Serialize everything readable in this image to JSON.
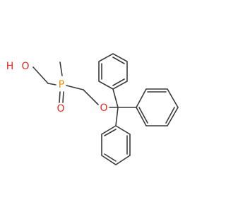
{
  "diagram": {
    "atoms": {
      "hydroxyl_h": "H",
      "hydroxyl_o": "O",
      "phosphorus": "P",
      "oxo_o": "O",
      "ether_o": "O"
    },
    "colors": {
      "bond": "#3a3a3a",
      "oxygen": "#e8281e",
      "phosphorus": "#f08c00",
      "carbon_label": "#3a3a3a",
      "background": "#ffffff"
    }
  }
}
